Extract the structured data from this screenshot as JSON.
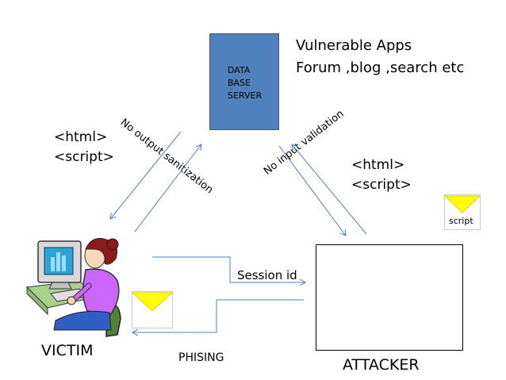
{
  "database": {
    "label": "DATA\nBASE\nSERVER",
    "color": "#4f81bd"
  },
  "apps_heading": "Vulnerable Apps\nForum ,blog ,search etc",
  "left_payload": "<html>\n<script>",
  "right_payload": "<html>\n<script>",
  "arrow_labels": {
    "output": "No output sanitization",
    "input": "No input validation",
    "session": "Session id",
    "phishing": "PHISING"
  },
  "envelope_script_label": "script",
  "actors": {
    "victim": "VICTIM",
    "attacker": "ATTACKER"
  },
  "colors": {
    "arrow": "#4f81bd",
    "envelope_flap": "#ffff00"
  }
}
